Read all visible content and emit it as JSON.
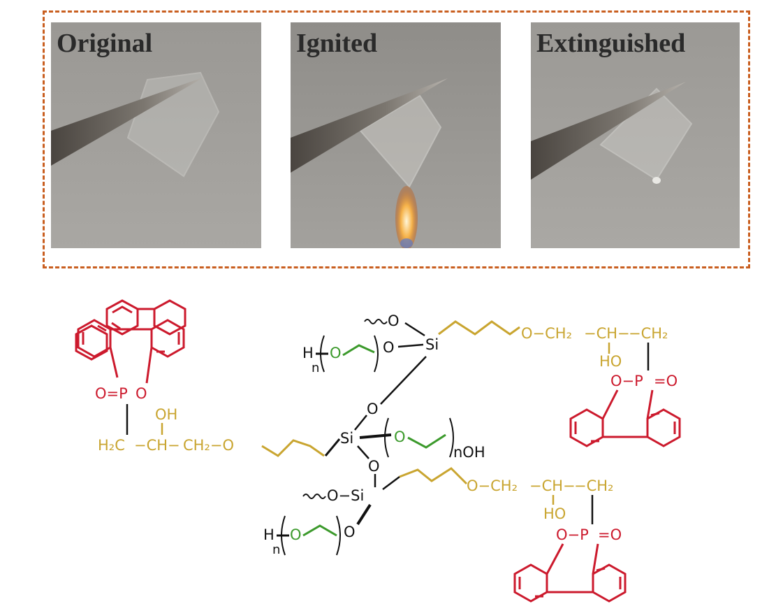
{
  "panels": [
    {
      "label": "Original"
    },
    {
      "label": "Ignited"
    },
    {
      "label": "Extinguished"
    }
  ],
  "structure": {
    "colors": {
      "dopo": "#cc1a2d",
      "linker": "#c9a530",
      "peg": "#3c9a2c",
      "core": "#111111"
    },
    "atoms": {
      "o": "O",
      "p": "P",
      "si": "Si",
      "h": "H",
      "n": "n",
      "oh": "OH",
      "ho": "HO",
      "ch": "CH",
      "h2c": "H₂C",
      "ch2": "CH₂",
      "o_ch2": "O−CH₂",
      "o_p": "O−P",
      "o_eq_p": "O=P",
      "eq_o": "=O",
      "o_si": "O−Si",
      "dash_ch": "−CH−",
      "dash_ch2": "−CH₂",
      "ch2_dash_o": "CH₂−O",
      "n_oh": "nOH"
    }
  }
}
